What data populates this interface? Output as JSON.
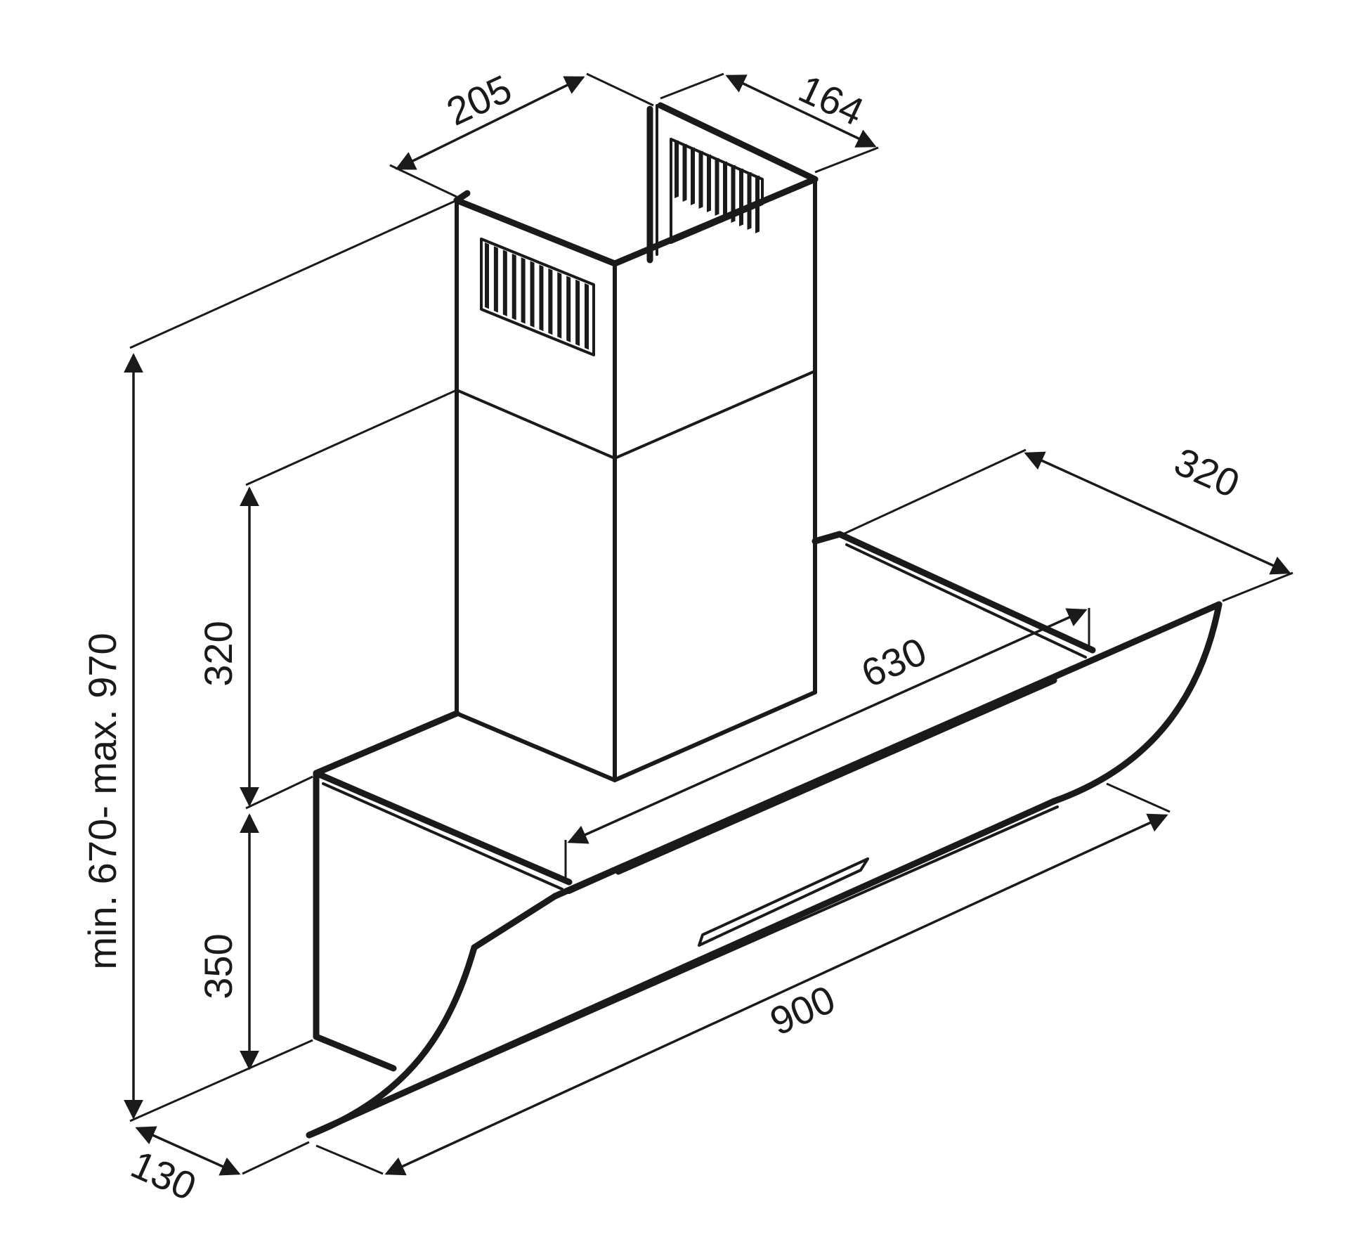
{
  "dimensions": {
    "chimney_width": "205",
    "chimney_depth": "164",
    "hood_depth": "320",
    "total_height": "min. 670- max. 970",
    "upper_height": "320",
    "lower_height": "350",
    "hood_inner_width": "630",
    "hood_width": "900",
    "base_depth": "130"
  },
  "colors": {
    "line": "#1a1a1a",
    "background": "#ffffff"
  }
}
